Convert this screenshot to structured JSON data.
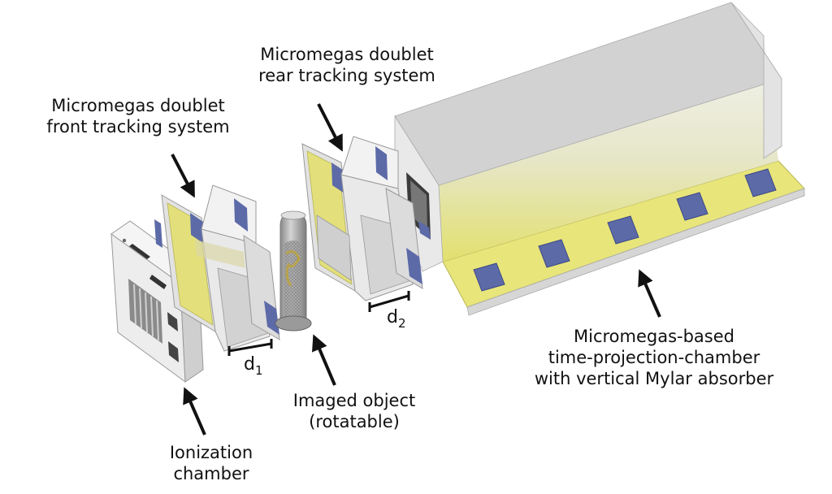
{
  "labels": {
    "front_tracking": [
      "Micromegas doublet",
      "front tracking system"
    ],
    "rear_tracking": [
      "Micromegas doublet",
      "rear tracking system"
    ],
    "ionization": [
      "Ionization",
      "chamber"
    ],
    "object": [
      "Imaged object",
      "(rotatable)"
    ],
    "tpc": [
      "Micromegas-based",
      "time-projection-chamber",
      "with vertical Mylar absorber"
    ]
  },
  "distances": {
    "d1": {
      "base": "d",
      "sub": "1"
    },
    "d2": {
      "base": "d",
      "sub": "2"
    }
  },
  "colors": {
    "frame_light": "#e9e9e9",
    "frame_mid": "#cfcfcf",
    "frame_dark": "#a9a9a9",
    "yellow_plate": "#d9d67a",
    "yellow_bright": "#eeec8a",
    "blue_pad": "#5c6aa8",
    "arrow": "#111111"
  }
}
